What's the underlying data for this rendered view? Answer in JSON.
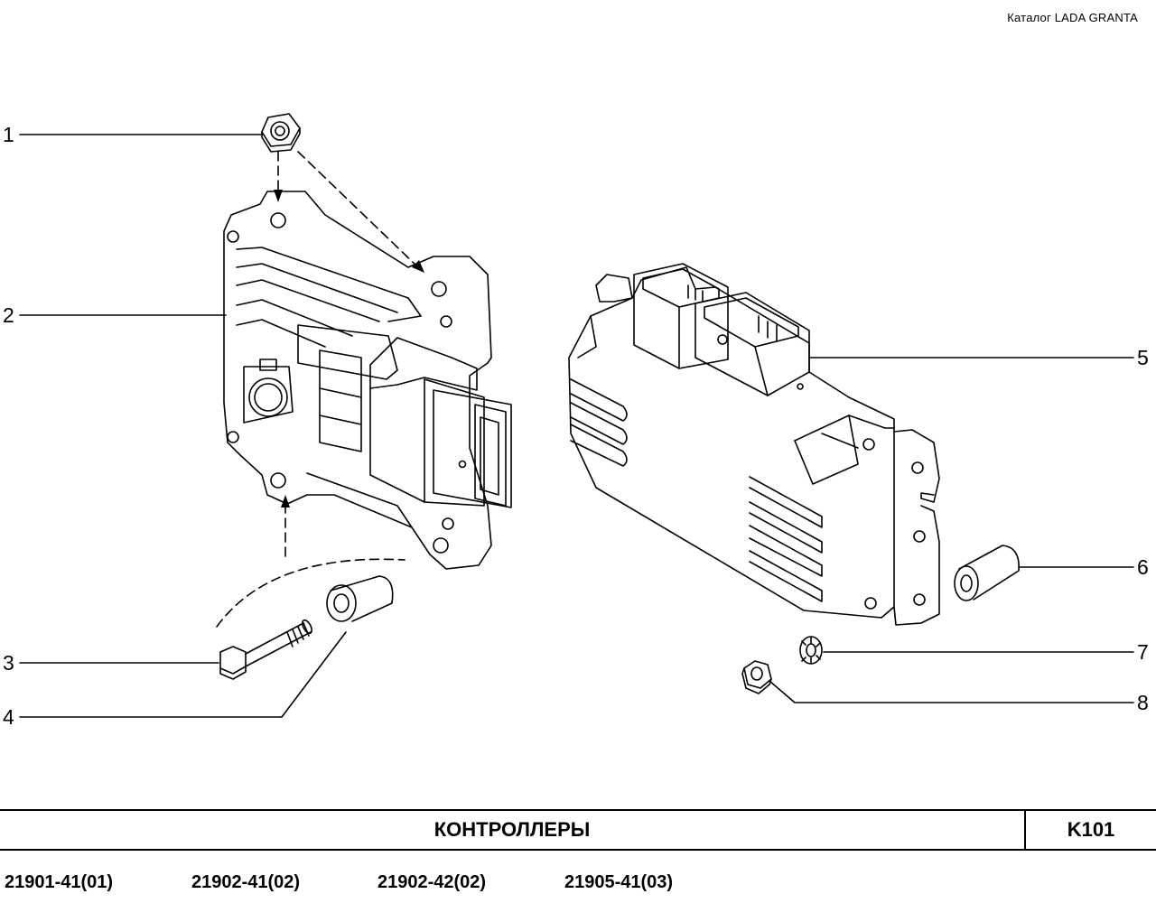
{
  "header": {
    "catalog_label": "Каталог  LADA  GRANTA"
  },
  "callouts": [
    "1",
    "2",
    "3",
    "4",
    "5",
    "6",
    "7",
    "8"
  ],
  "parts": [
    {
      "num": "1",
      "name": "nut"
    },
    {
      "num": "2",
      "name": "controller"
    },
    {
      "num": "3",
      "name": "bolt"
    },
    {
      "num": "4",
      "name": "bushing"
    },
    {
      "num": "5",
      "name": "controller"
    },
    {
      "num": "6",
      "name": "bushing"
    },
    {
      "num": "7",
      "name": "lock-washer"
    },
    {
      "num": "8",
      "name": "nut"
    }
  ],
  "title_block": {
    "title": "КОНТРОЛЛЕРЫ",
    "code": "K101"
  },
  "models": [
    "21901-41(01)",
    "21902-41(02)",
    "21902-42(02)",
    "21905-41(03)"
  ]
}
